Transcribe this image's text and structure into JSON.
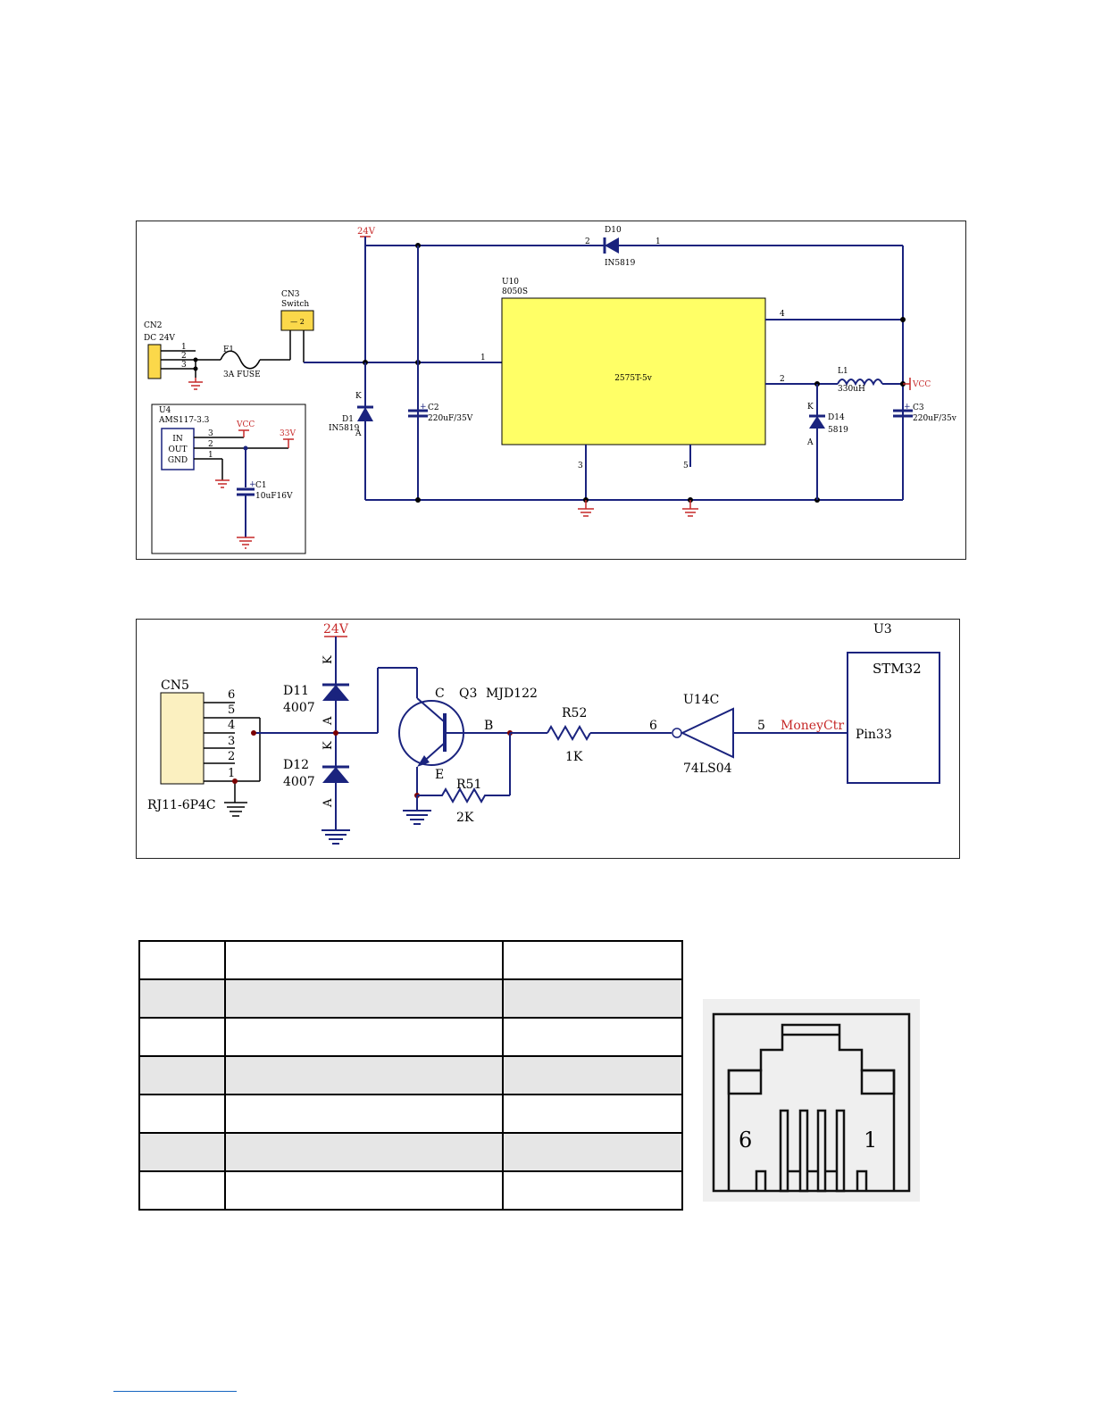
{
  "power_schematic": {
    "labels": {
      "v24": "24V",
      "d10_ref": "D10",
      "d10_val": "IN5819",
      "d10_pin2": "2",
      "d10_pin1": "1",
      "u10_ref": "U10",
      "u10_val": "8050S",
      "u10_part": "2575T-5v",
      "u10_pin1": "1",
      "u10_pin2": "2",
      "u10_pin3": "3",
      "u10_pin4": "4",
      "u10_pin5": "5",
      "cn3_ref": "CN3",
      "cn3_val": "Switch",
      "cn2_ref": "CN2",
      "cn2_val": "DC 24V",
      "cn2_pin1": "1",
      "cn2_pin2": "2",
      "cn2_pin3": "3",
      "f1_ref": "F1",
      "f1_val": "3A FUSE",
      "d1_ref": "D1",
      "d1_val": "IN5819",
      "d1_k": "K",
      "d1_a": "A",
      "c2_ref": "C2",
      "c2_val": "220uF/35V",
      "l1_ref": "L1",
      "l1_val": "330uH",
      "vcc": "VCC",
      "d14_ref": "D14",
      "d14_val": "5819",
      "d14_k": "K",
      "d14_a": "A",
      "c3_ref": "C3",
      "c3_val": "220uF/35v",
      "u4_ref": "U4",
      "u4_val": "AMS117-3.3",
      "u4_in": "IN",
      "u4_out": "OUT",
      "u4_gnd": "GND",
      "u4_pin3": "3",
      "u4_pin2": "2",
      "u4_pin1": "1",
      "u4_vcc": "VCC",
      "u4_33v": "33V",
      "c1_ref": "C1",
      "c1_val": "10uF16V",
      "plus": "+"
    }
  },
  "coin_schematic": {
    "labels": {
      "v24": "24V",
      "cn5_ref": "CN5",
      "cn5_val": "RJ11-6P4C",
      "pin6": "6",
      "pin5": "5",
      "pin4": "4",
      "pin3": "3",
      "pin2": "2",
      "pin1": "1",
      "d11_ref": "D11",
      "d11_val": "4007",
      "d12_ref": "D12",
      "d12_val": "4007",
      "k1": "K",
      "a1": "A",
      "k2": "K",
      "a2": "A",
      "q3_c": "C",
      "q3_ref": "Q3",
      "q3_val": "MJD122",
      "q3_b": "B",
      "q3_e": "E",
      "r52_ref": "R52",
      "r52_val": "1K",
      "r51_ref": "R51",
      "r51_val": "2K",
      "u14_ref": "U14C",
      "u14_val": "74LS04",
      "u14_pin6": "6",
      "u14_pin5": "5",
      "net_name": "MoneyCtr",
      "u3_ref": "U3",
      "u3_val": "STM32",
      "u3_pin": "Pin33"
    }
  },
  "pin_table": {
    "rows": [
      [
        "",
        "",
        ""
      ],
      [
        "",
        "",
        ""
      ],
      [
        "",
        "",
        ""
      ],
      [
        "",
        "",
        ""
      ],
      [
        "",
        "",
        ""
      ],
      [
        "",
        "",
        ""
      ],
      [
        "",
        "",
        ""
      ]
    ]
  },
  "rj11_figure": {
    "left_label": "6",
    "right_label": "1"
  },
  "colors": {
    "wire": "#1a237e",
    "net_label": "#c62828",
    "ic_fill": "#ffff66",
    "connector_fill": "#fbf0c0",
    "table_shade": "#e6e6e6"
  }
}
